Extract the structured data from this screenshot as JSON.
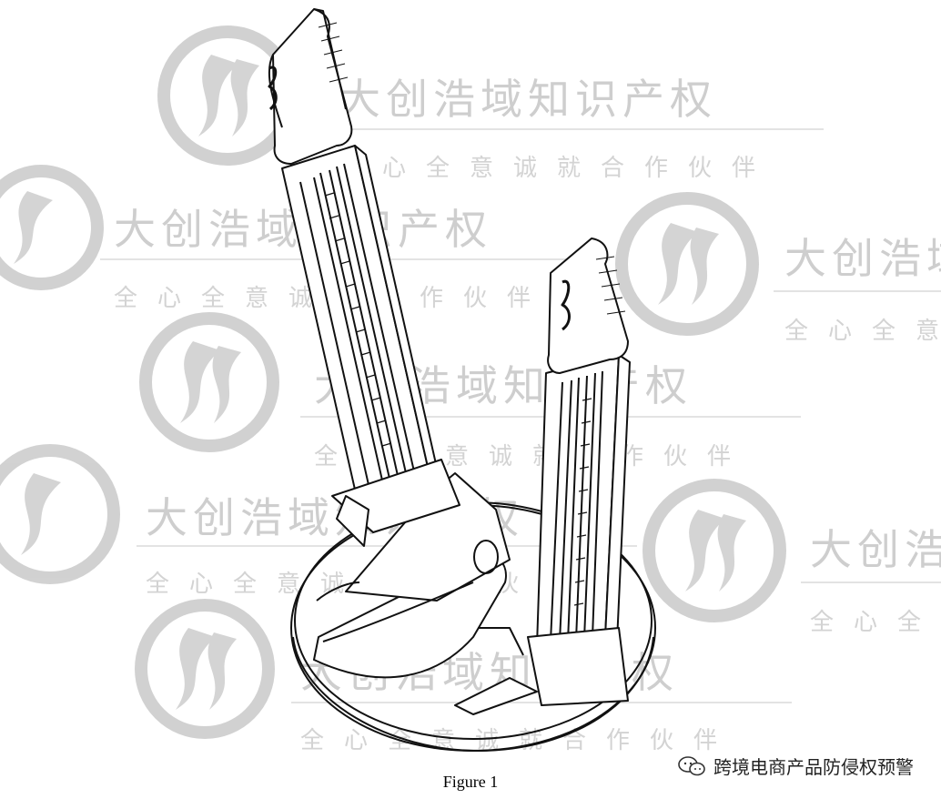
{
  "figure": {
    "caption": "Figure 1"
  },
  "watermark": {
    "main_text": "大创浩域知识产权",
    "sub_text": "全心全意诚就合作伙伴",
    "color": "#c9c9c9"
  },
  "source_badge": {
    "text": "跨境电商产品防侵权预警",
    "icon": "wechat-chat-bubble-icon"
  }
}
